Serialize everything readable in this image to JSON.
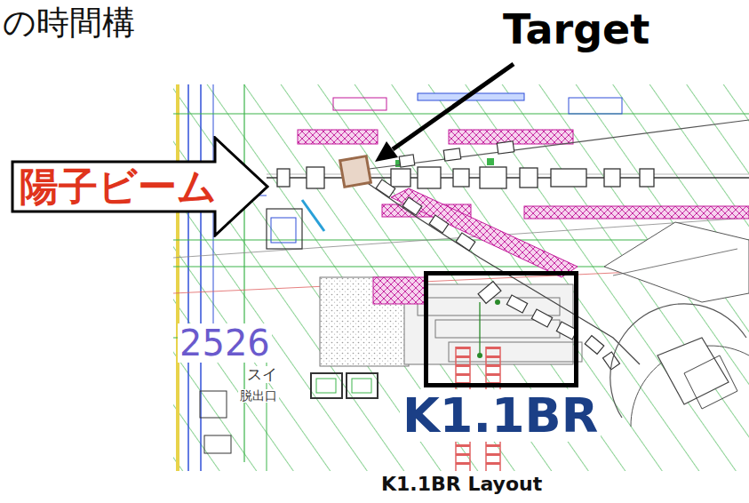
{
  "diagram": {
    "title": "の時間構",
    "caption": "K1.1BR Layout",
    "nodes": [
      {
        "text": [
          "陽子ビーム"
        ]
      },
      {
        "text": [
          "K1.1BR"
        ]
      }
    ],
    "labels": [
      "Target",
      "2526",
      "スイ",
      "脱出口"
    ]
  }
}
